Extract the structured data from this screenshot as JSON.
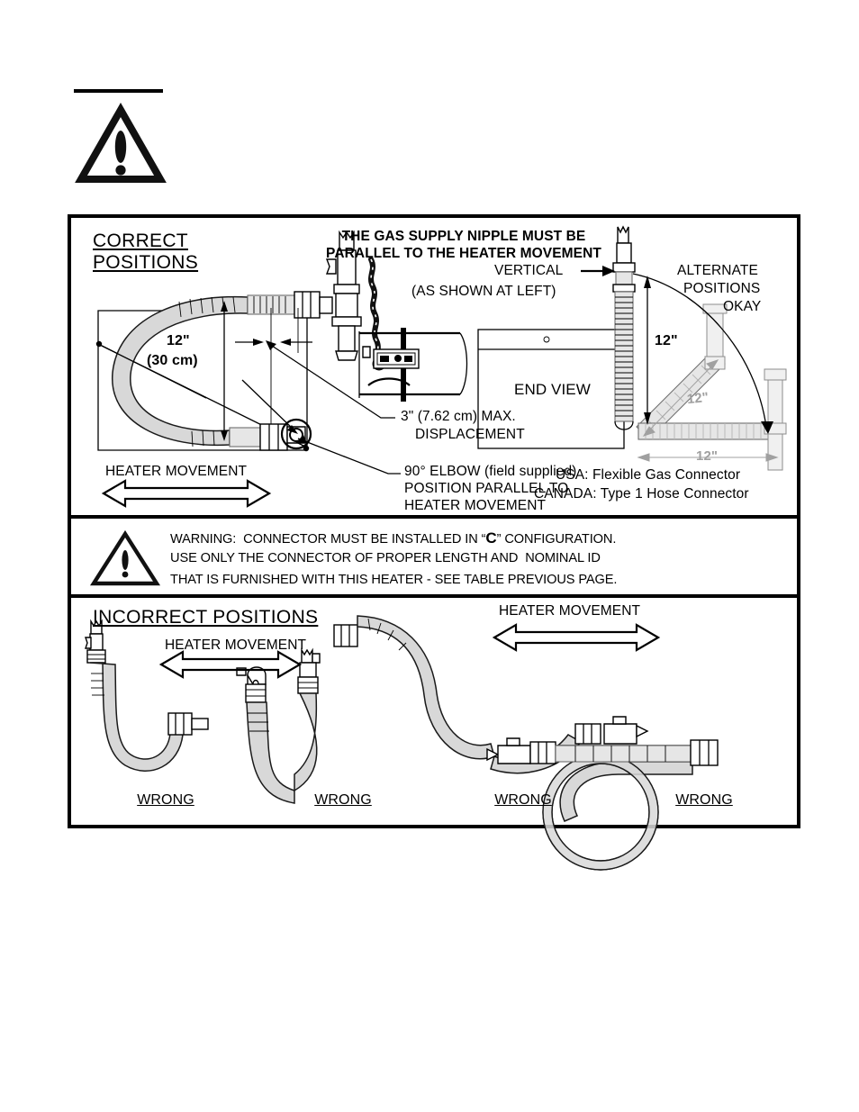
{
  "document": {
    "type": "installation-instruction-figure",
    "subject": "Flexible gas connector installation positions"
  },
  "alert_icon": {
    "name": "warning-triangle",
    "glyph": "!"
  },
  "panel_correct": {
    "title_line1": "CORRECT",
    "title_line2": "POSITIONS",
    "header_line1": "THE GAS SUPPLY NIPPLE MUST BE",
    "header_line2": "PARALLEL TO THE HEATER MOVEMENT",
    "vertical_label": "VERTICAL",
    "vertical_note": "(AS SHOWN AT LEFT)",
    "alternate_line1": "ALTERNATE",
    "alternate_line2": "POSITIONS",
    "alternate_line3": "OKAY",
    "dim_12in": "12\"",
    "dim_30cm": "(30 cm)",
    "dim_12in_right": "12\"",
    "dim_12in_diag": "12\"",
    "dim_12in_bottom": "12\"",
    "displacement_line1": "3\" (7.62 cm) MAX.",
    "displacement_line2": "DISPLACEMENT",
    "elbow_line1": "90° ELBOW (field supplied)",
    "elbow_line2": "POSITION PARALLEL TO",
    "elbow_line3": "HEATER MOVEMENT",
    "heater_movement": "HEATER MOVEMENT",
    "end_view": "END VIEW",
    "usa_note": "USA: Flexible Gas Connector",
    "canada_note": "CANADA: Type 1 Hose Connector"
  },
  "panel_warning": {
    "line1_prefix": "WARNING:  CONNECTOR MUST BE INSTALLED IN “",
    "line1_symbol": "C",
    "line1_suffix": "” CONFIGURATION.",
    "line2": "USE ONLY THE CONNECTOR OF PROPER LENGTH AND  NOMINAL ID",
    "line3": "THAT IS FURNISHED WITH THIS HEATER - SEE TABLE PREVIOUS PAGE."
  },
  "panel_incorrect": {
    "title": "INCORRECT POSITIONS",
    "heater_movement_left": "HEATER MOVEMENT",
    "heater_movement_right": "HEATER MOVEMENT",
    "wrong_labels": [
      "WRONG",
      "WRONG",
      "WRONG",
      "WRONG"
    ]
  },
  "colors": {
    "ink": "#000000",
    "paper": "#ffffff",
    "hose_fill": "#d8d8d8",
    "ghost_gray": "#9a9a9a"
  }
}
